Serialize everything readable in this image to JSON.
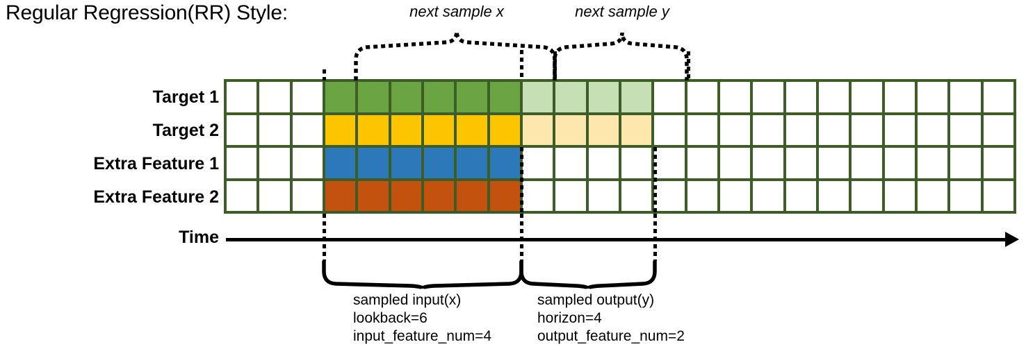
{
  "title": "Regular Regression(RR) Style:",
  "rows": [
    {
      "label": "Target 1",
      "color": "#6ba443",
      "light": "#c7dfb4"
    },
    {
      "label": "Target 2",
      "color": "#fdc400",
      "light": "#fde7ad"
    },
    {
      "label": "Extra Feature 1",
      "color": "#2c78b8",
      "light": "#ffffff"
    },
    {
      "label": "Extra Feature 2",
      "color": "#c4520f",
      "light": "#ffffff"
    }
  ],
  "axis": {
    "label": "Time"
  },
  "grid": {
    "total_columns": 24,
    "leading_blank_columns": 3,
    "input_columns": 6,
    "output_columns": 4,
    "border_color": "#3c5e26",
    "empty_color": "#ffffff"
  },
  "annotations": {
    "top_left": "next sample x",
    "top_right": "next sample y"
  },
  "input_note": {
    "line1": "sampled input(x)",
    "line2": "lookback=6",
    "line3": "input_feature_num=4"
  },
  "output_note": {
    "line1": "sampled output(y)",
    "line2": "horizon=4",
    "line3": "output_feature_num=2"
  },
  "chart_data": {
    "type": "heatmap",
    "title": "Regular Regression(RR) Style:",
    "xlabel": "Time",
    "categories": [
      "Target 1",
      "Target 2",
      "Extra Feature 1",
      "Extra Feature 2"
    ],
    "columns": 24,
    "series": [
      {
        "name": "Target 1",
        "values": [
          "empty",
          "empty",
          "empty",
          "input",
          "input",
          "input",
          "input",
          "input",
          "input",
          "output",
          "output",
          "output",
          "output",
          "empty",
          "empty",
          "empty",
          "empty",
          "empty",
          "empty",
          "empty",
          "empty",
          "empty",
          "empty",
          "empty"
        ]
      },
      {
        "name": "Target 2",
        "values": [
          "empty",
          "empty",
          "empty",
          "input",
          "input",
          "input",
          "input",
          "input",
          "input",
          "output",
          "output",
          "output",
          "output",
          "empty",
          "empty",
          "empty",
          "empty",
          "empty",
          "empty",
          "empty",
          "empty",
          "empty",
          "empty",
          "empty"
        ]
      },
      {
        "name": "Extra Feature 1",
        "values": [
          "empty",
          "empty",
          "empty",
          "input",
          "input",
          "input",
          "input",
          "input",
          "input",
          "empty",
          "empty",
          "empty",
          "empty",
          "empty",
          "empty",
          "empty",
          "empty",
          "empty",
          "empty",
          "empty",
          "empty",
          "empty",
          "empty",
          "empty"
        ]
      },
      {
        "name": "Extra Feature 2",
        "values": [
          "empty",
          "empty",
          "empty",
          "input",
          "input",
          "input",
          "input",
          "input",
          "input",
          "empty",
          "empty",
          "empty",
          "empty",
          "empty",
          "empty",
          "empty",
          "empty",
          "empty",
          "empty",
          "empty",
          "empty",
          "empty",
          "empty",
          "empty"
        ]
      }
    ],
    "lookback": 6,
    "horizon": 4,
    "input_feature_num": 4,
    "output_feature_num": 2,
    "legend": [
      "next sample x",
      "next sample y",
      "sampled input(x)",
      "sampled output(y)"
    ],
    "grid": true
  }
}
